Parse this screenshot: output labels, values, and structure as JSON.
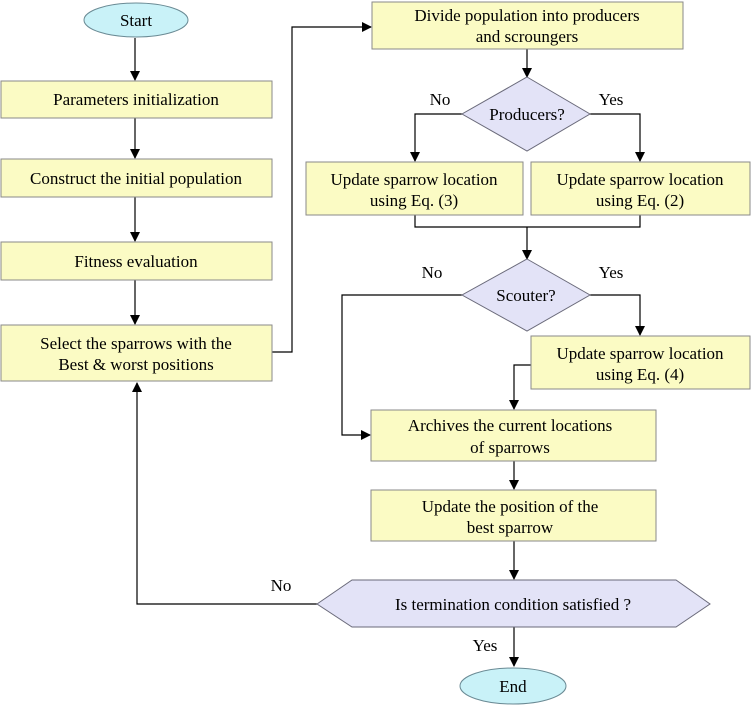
{
  "nodes": {
    "start": "Start",
    "params_init": "Parameters initialization",
    "construct_pop": "Construct the initial population",
    "fitness_eval": "Fitness evaluation",
    "select_line1": "Select the sparrows with the",
    "select_line2": "Best & worst positions",
    "divide_line1": "Divide population into producers",
    "divide_line2": "and scroungers",
    "producers_decision": "Producers?",
    "update_eq3_line1": "Update sparrow location",
    "update_eq3_line2": "using Eq. (3)",
    "update_eq2_line1": "Update sparrow location",
    "update_eq2_line2": "using Eq. (2)",
    "scouter_decision": "Scouter?",
    "update_eq4_line1": "Update sparrow location",
    "update_eq4_line2": "using Eq. (4)",
    "archive_line1": "Archives the current locations",
    "archive_line2": "of sparrows",
    "best_line1": "Update the position of the",
    "best_line2": "best sparrow",
    "termination_decision": "Is termination condition satisfied ?",
    "end": "End"
  },
  "labels": {
    "producers_no": "No",
    "producers_yes": "Yes",
    "scouter_no": "No",
    "scouter_yes": "Yes",
    "termination_no": "No",
    "termination_yes": "Yes"
  }
}
